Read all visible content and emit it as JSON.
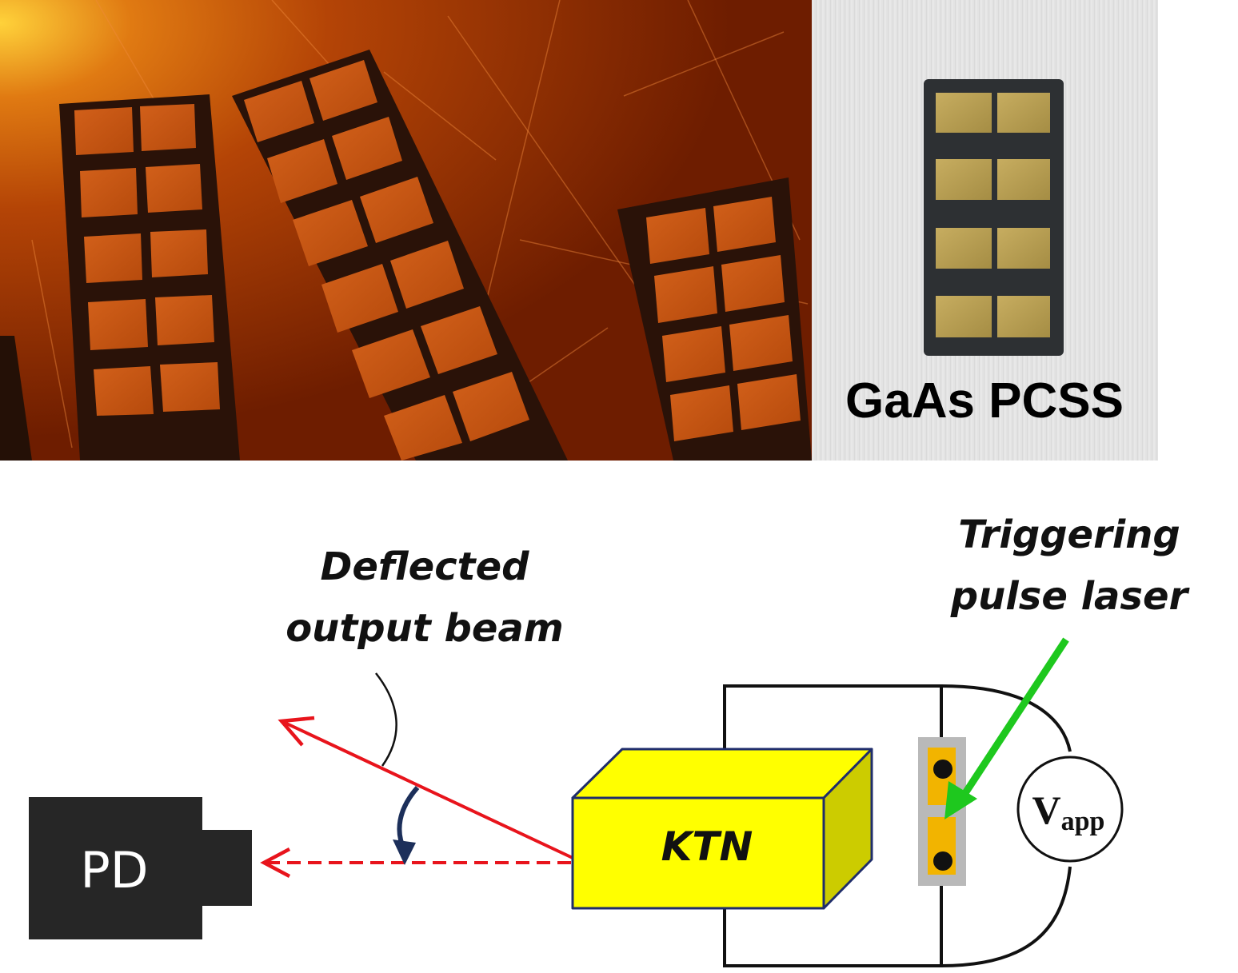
{
  "photo_label": "GaAs PCSS",
  "labels": {
    "deflected_line1": "Deflected",
    "deflected_line2": "output beam",
    "trigger_line1": "Triggering",
    "trigger_line2": "pulse laser",
    "crystal": "KTN",
    "detector": "PD",
    "voltage_main": "V",
    "voltage_sub": "app"
  },
  "colors": {
    "beam": "#e8141c",
    "laser_arrow": "#1ec81e",
    "crystal_fill": "#ffff00",
    "crystal_side": "#cccc00",
    "crystal_edge": "#1f2d6b",
    "contact_pad": "#f2b400",
    "pcss_substrate": "#b9b9b9",
    "detector_body": "#262626",
    "angle_arrow": "#1c2f5a",
    "photo_bg": "#8a2a00",
    "gold_pad": "#b89d52"
  }
}
